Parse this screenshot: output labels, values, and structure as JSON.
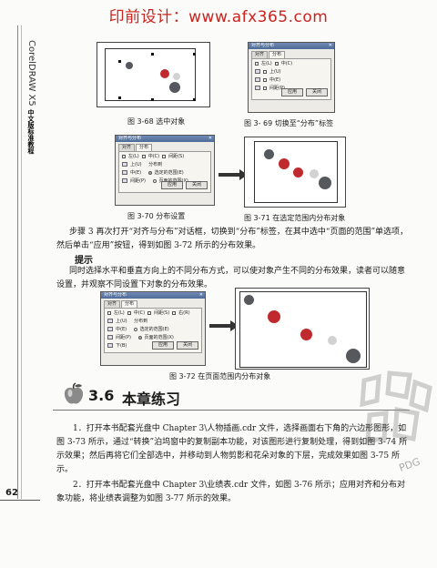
{
  "watermark": "印前设计：www.afx365.com",
  "spine": {
    "prefix": "CorelDRAW X5",
    "suffix": "中文版标准教程"
  },
  "figures": {
    "f368": {
      "caption": "图 3-68   选中对象"
    },
    "f369": {
      "caption": "图 3- 69   切换至“分布”标签"
    },
    "f370": {
      "caption": "图 3-70   分布设置"
    },
    "f371": {
      "caption": "图 3-71   在选定范围内分布对象"
    },
    "f372": {
      "caption": "图 3-72   在页面范围内分布对象"
    }
  },
  "dialog": {
    "title": "对齐与分布",
    "close": "✕",
    "tab_align": "对齐",
    "tab_distribute": "分布",
    "top_checks": [
      "左(L)",
      "中(C)",
      "间距(S)",
      "右(R)"
    ],
    "side_checks": [
      "上(U)",
      "中(E)",
      "间距(P)",
      "下(B)"
    ],
    "group_label": "分布到",
    "opt_selection": "选定的范围(E)",
    "opt_page": "页面的范围(X)",
    "apply": "应用",
    "close_btn": "关闭"
  },
  "step3": "步骤 3   再次打开“对齐与分布”对话框，切换到“分布”标签，在其中选中“页面的范围”单选项，然后单击“应用”按钮，得到如图 3-72 所示的分布效果。",
  "tip": {
    "label": "提示",
    "text": "同时选择水平和垂直方向上的不同分布方式，可以使对象产生不同的分布效果，读者可以随意设置，并观察不同设置下对象的分布效果。"
  },
  "section": {
    "number": "3.6",
    "title": "本章练习"
  },
  "exercises": [
    "1．打开本书配套光盘中 Chapter 3\\人物插画.cdr 文件，选择画面右下角的六边形图形，如图 3-73 所示，通过“转换”泊坞窗中的复制副本功能，对该图形进行复制处理，得到如图 3-74 所示效果；然后再将它们全部选中，并移动到人物剪影和花朵对象的下层，完成效果如图 3-75 所示。",
    "2．打开本书配套光盘中 Chapter 3\\业绩表.cdr 文件，如图 3-76 所示；应用对齐和分布对象功能，将业绩表调整为如图 3-77 所示的效果。"
  ],
  "page_number": "62",
  "stamp_text": "PDG",
  "colors": {
    "watermark": "#c9241f",
    "dark_dot": "#55585c",
    "red_dot": "#c02a2e",
    "grey_dot": "#d2d2d2"
  }
}
